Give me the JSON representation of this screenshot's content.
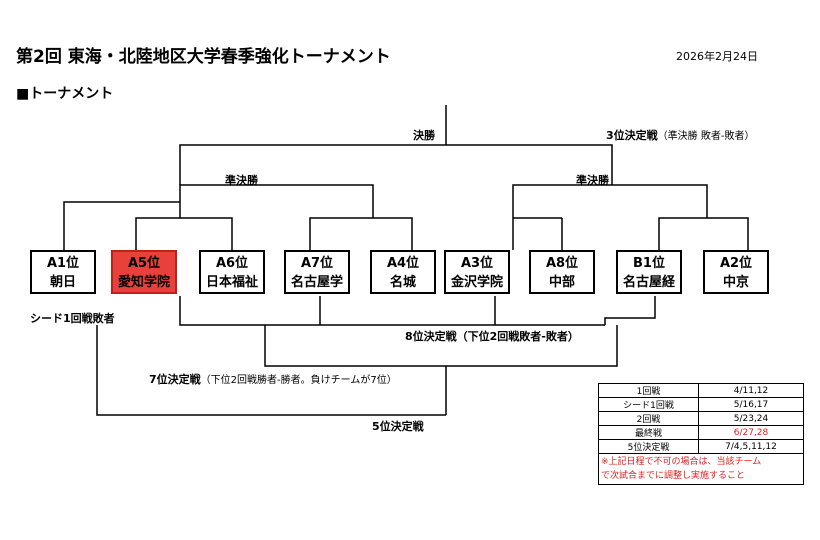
{
  "title": "第2回 東海・北陸地区大学春季強化トーナメント",
  "date": "2026年2月24日",
  "section": "■トーナメント",
  "labels": {
    "final": "決勝",
    "third": "3位決定戦",
    "third_note": "（準決勝 敗者-敗者）",
    "semi_left": "準決勝",
    "semi_right": "準決勝",
    "seed_loser": "シード1回戦敗者",
    "eighth": "8位決定戦（下位2回戦敗者-敗者）",
    "seventh": "7位決定戦",
    "seventh_note": "（下位2回戦勝者-勝者。負けチームが7位）",
    "fifth": "5位決定戦"
  },
  "teams": [
    {
      "seed": "A1位",
      "name": "朝日"
    },
    {
      "seed": "A5位",
      "name": "愛知学院"
    },
    {
      "seed": "A6位",
      "name": "日本福祉"
    },
    {
      "seed": "A7位",
      "name": "名古屋学"
    },
    {
      "seed": "A4位",
      "name": "名城"
    },
    {
      "seed": "A3位",
      "name": "金沢学院"
    },
    {
      "seed": "A8位",
      "name": "中部"
    },
    {
      "seed": "B1位",
      "name": "名古屋経"
    },
    {
      "seed": "A2位",
      "name": "中京"
    }
  ],
  "highlight_color": "#e8413c",
  "schedule": [
    {
      "round": "1回戦",
      "dates": "4/11,12"
    },
    {
      "round": "シード1回戦",
      "dates": "5/16,17"
    },
    {
      "round": "2回戦",
      "dates": "5/23,24"
    },
    {
      "round": "最終戦",
      "dates": "6/27,28"
    },
    {
      "round": "5位決定戦",
      "dates": "7/4,5,11,12"
    }
  ],
  "schedule_note_1": "※上記日程で不可の場合は、当該チーム",
  "schedule_note_2": "で次試合までに調整し実施すること"
}
